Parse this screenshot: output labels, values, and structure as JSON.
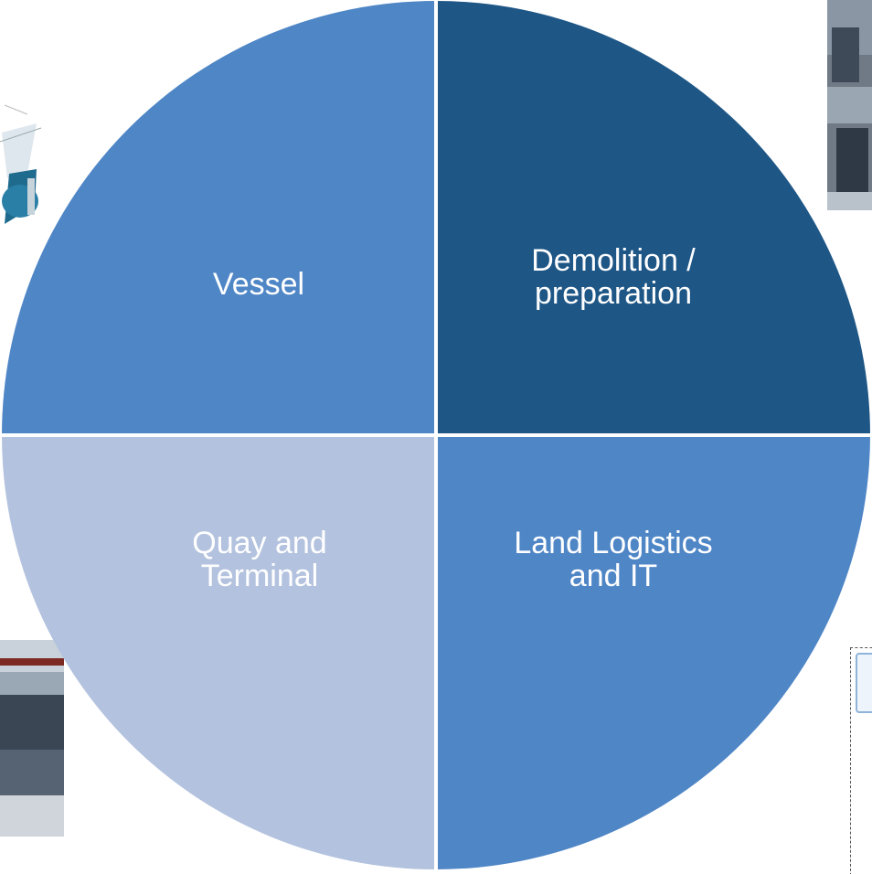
{
  "diagram": {
    "quadrants": [
      {
        "id": "top-left",
        "lines": [
          "Vessel"
        ],
        "color": "#4f86c6"
      },
      {
        "id": "top-right",
        "lines": [
          "Demolition /",
          "preparation"
        ],
        "color": "#1e5686"
      },
      {
        "id": "bottom-left",
        "lines": [
          "Quay and",
          "Terminal"
        ],
        "color": "#b3c2de"
      },
      {
        "id": "bottom-right",
        "lines": [
          "Land Logistics",
          "and IT"
        ],
        "color": "#4f86c6"
      }
    ],
    "divider_color": "#ffffff",
    "text_color": "#ffffff"
  }
}
